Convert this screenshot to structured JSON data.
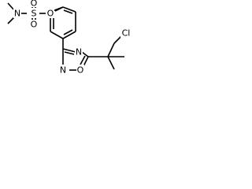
{
  "molecule": {
    "atoms": {
      "n_dimethyl": "N",
      "s_sulfur": "S",
      "o_ester": "O",
      "o_sulfonyl_top": "O",
      "o_sulfonyl_bottom": "O",
      "n_ring_top": "N",
      "n_ring_bottom": "N",
      "o_ring": "O",
      "cl": "Cl"
    }
  }
}
